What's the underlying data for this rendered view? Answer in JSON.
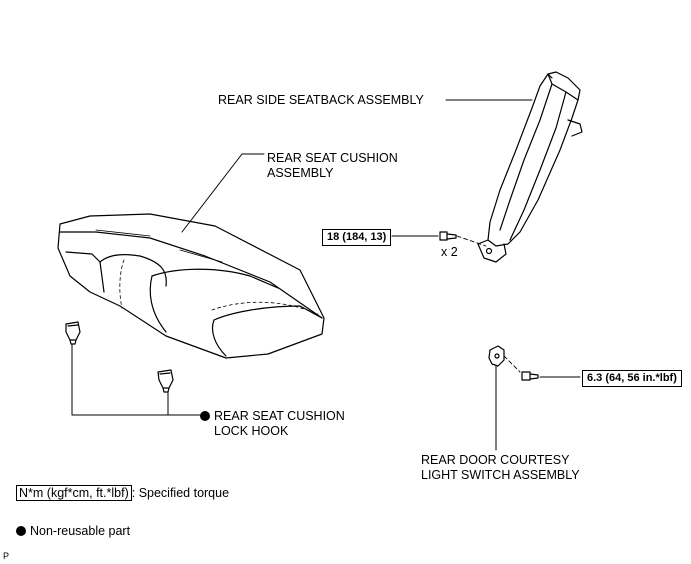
{
  "labels": {
    "rear_side_seatback": "REAR SIDE SEATBACK ASSEMBLY",
    "rear_seat_cushion_line1": "REAR SEAT CUSHION",
    "rear_seat_cushion_line2": "ASSEMBLY",
    "lock_hook_line1": "REAR SEAT CUSHION",
    "lock_hook_line2": "LOCK HOOK",
    "courtesy_switch_line1": "REAR DOOR COURTESY",
    "courtesy_switch_line2": "LIGHT SWITCH ASSEMBLY",
    "bolt_qty": "x 2"
  },
  "torques": {
    "seatback_bolt": "18 (184, 13)",
    "switch_screw": "6.3 (64, 56 in.*lbf)"
  },
  "legend": {
    "torque_unit_box": "N*m (kgf*cm, ft.*lbf)",
    "torque_desc": ": Specified torque",
    "nonreusable_desc": "Non-reusable part"
  },
  "corner_code": "P",
  "colors": {
    "line": "#000000",
    "background": "#ffffff"
  }
}
